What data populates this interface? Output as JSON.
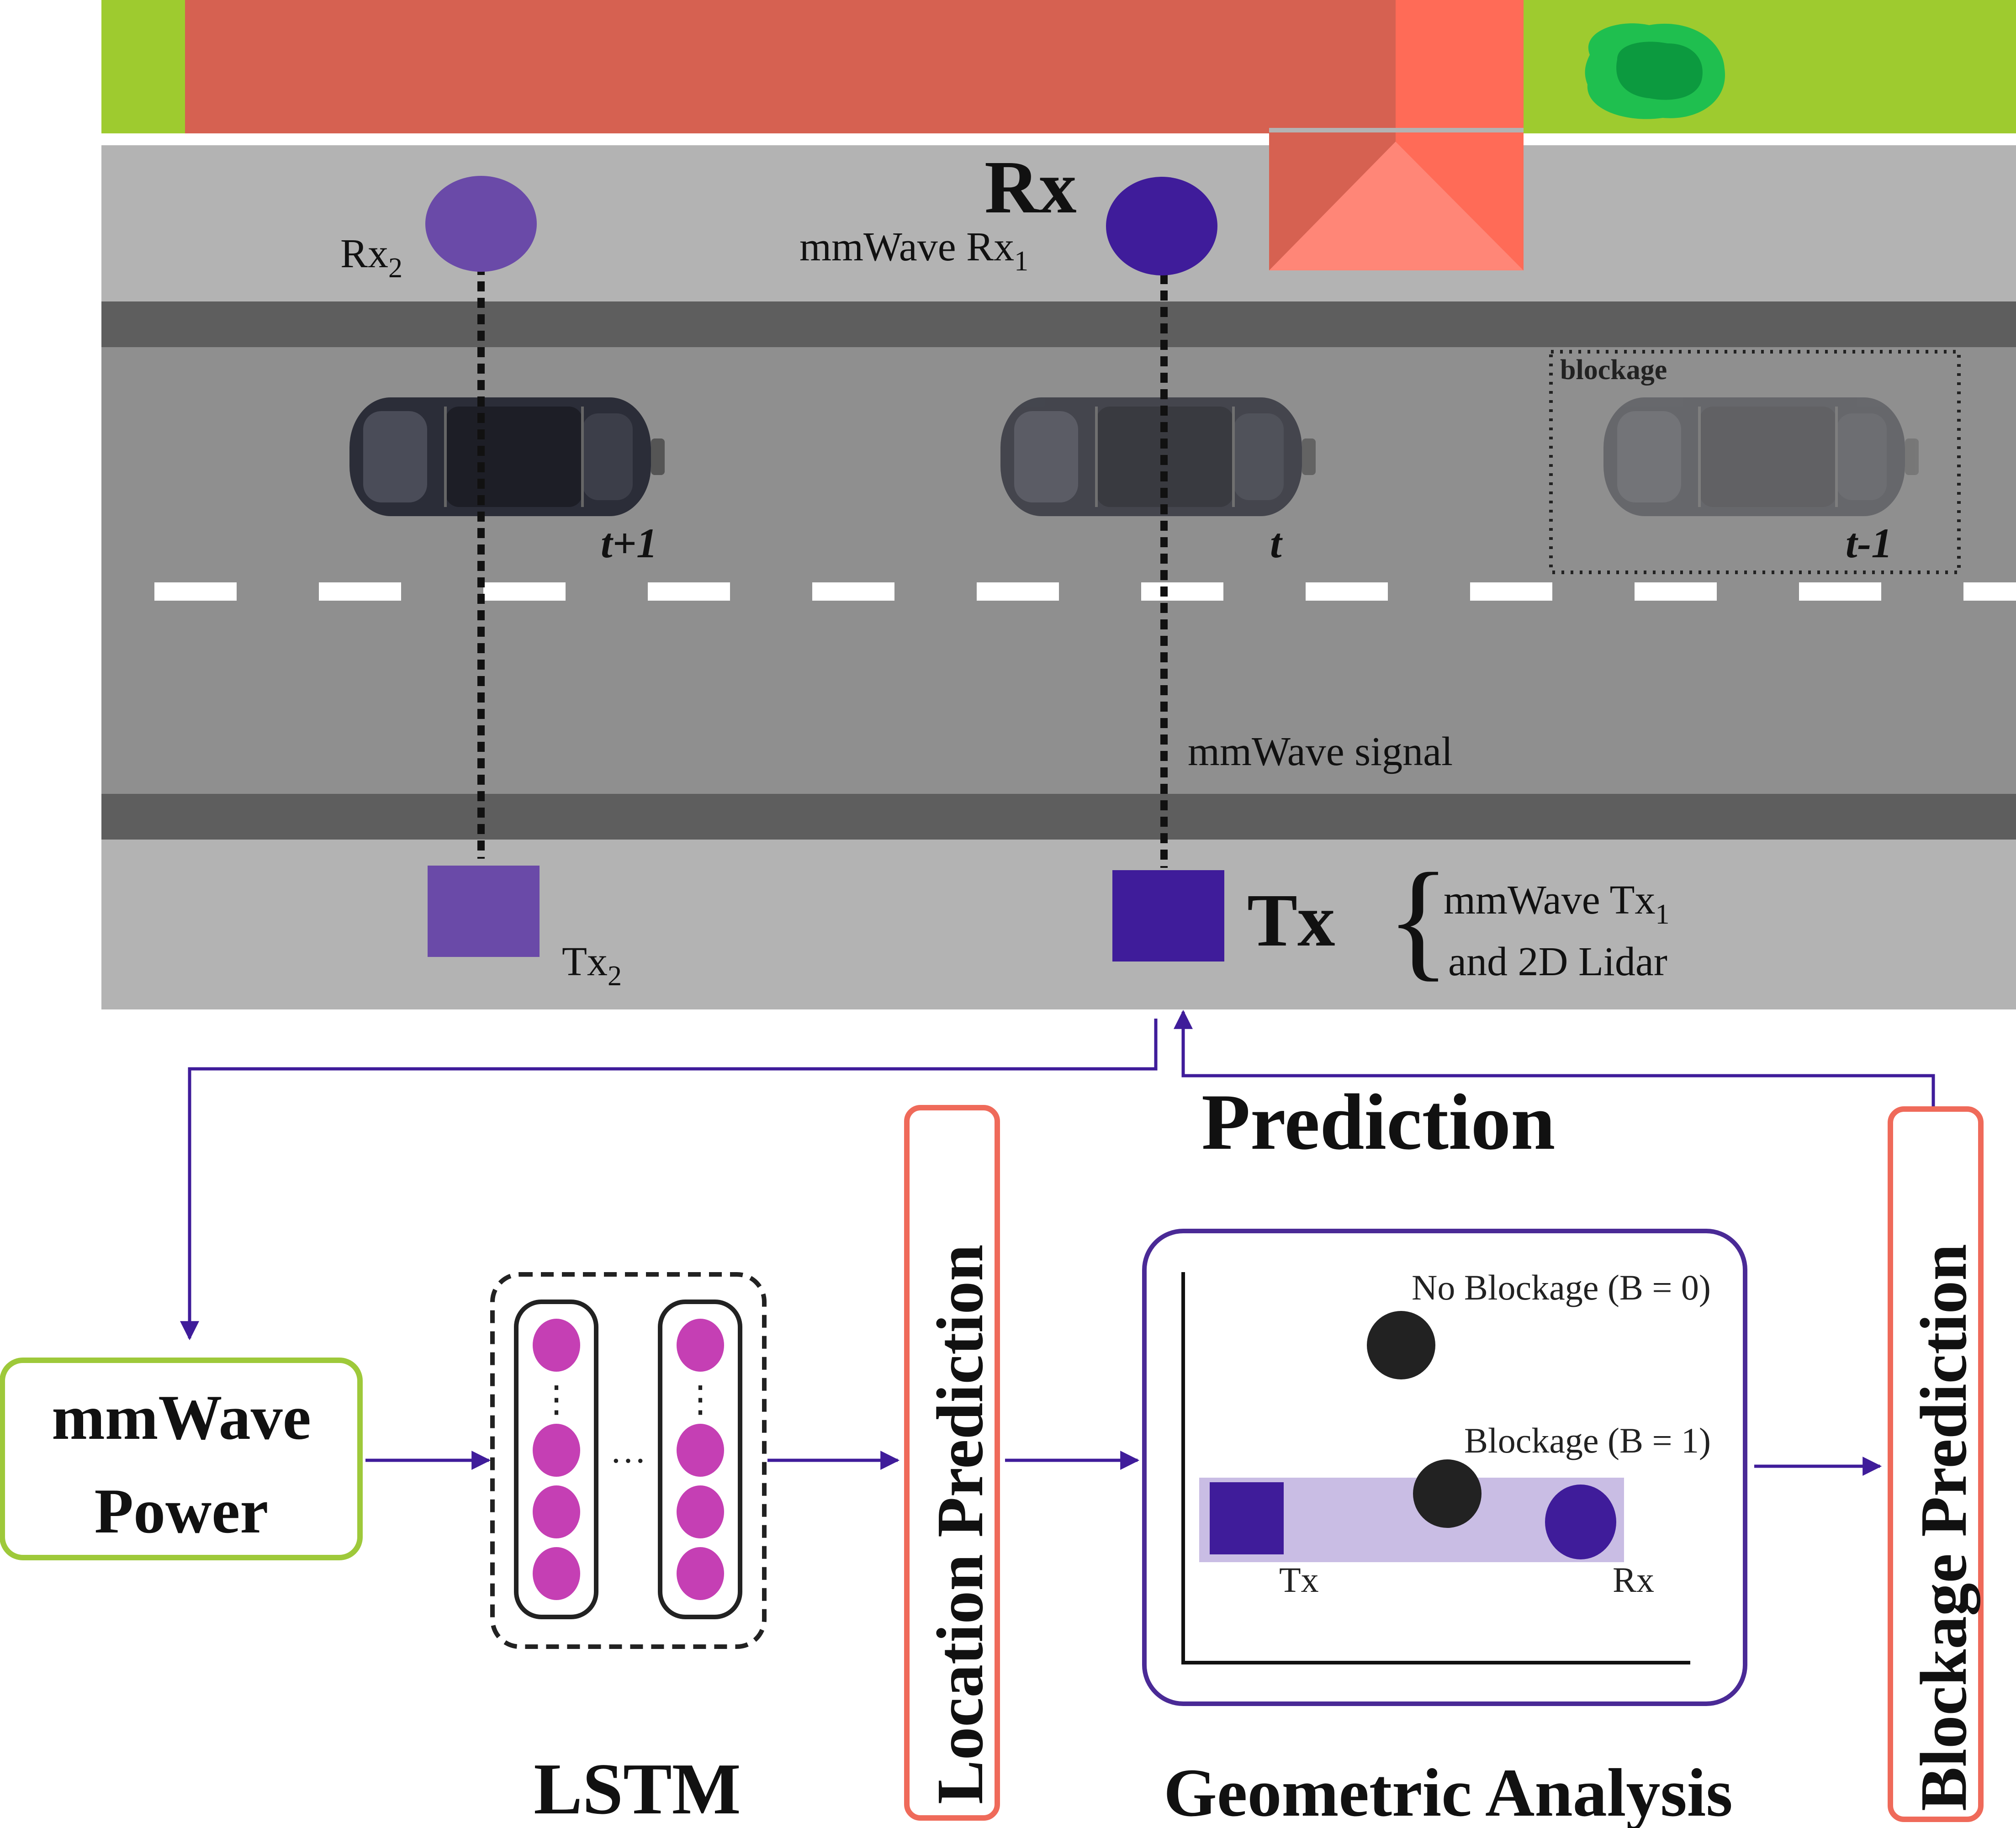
{
  "scene": {
    "rx_title": "Rx",
    "rx1_label": "mmWave Rx",
    "rx1_sub": "1",
    "rx2_label": "Rx",
    "rx2_sub": "2",
    "tx_title": "Tx",
    "tx1_line1": "mmWave Tx",
    "tx1_line1_sub": "1",
    "tx1_line2": "and 2D Lidar",
    "tx2_label": "Tx",
    "tx2_sub": "2",
    "signal_label": "mmWave signal",
    "blockage_label": "blockage",
    "time_labels": [
      "t+1",
      "t",
      "t-1"
    ]
  },
  "pipeline": {
    "prediction_title": "Prediction",
    "input_line1": "mmWave",
    "input_line2": "Power",
    "lstm_label": "LSTM",
    "lstm_dots_h": "···",
    "location_prediction": "Location Prediction",
    "geometric_label": "Geometric Analysis",
    "no_blockage": "No Blockage (B = 0)",
    "blockage": "Blockage (B = 1)",
    "plot_tx": "Tx",
    "plot_rx": "Rx",
    "blockage_prediction": "Blockage Prediction"
  },
  "colors": {
    "grass": "#9ecb2f",
    "building": "#d66151",
    "building_light": "#ff6b57",
    "building_roof": "#ff8677",
    "sidewalk": "#b3b3b3",
    "road": "#8f8f8f",
    "curb": "#5e5e5e",
    "purple_dark": "#3f1c9a",
    "purple_light": "#6a4aa8",
    "lstm_node": "#c53fb4",
    "input_box": "#9ec93a",
    "pred_box": "#ef6a5a",
    "geo_box": "#4a2a96",
    "blockage_band": "#c9bde4",
    "tree_outer": "#1fbf4f",
    "tree_inner": "#0c9a3f"
  }
}
